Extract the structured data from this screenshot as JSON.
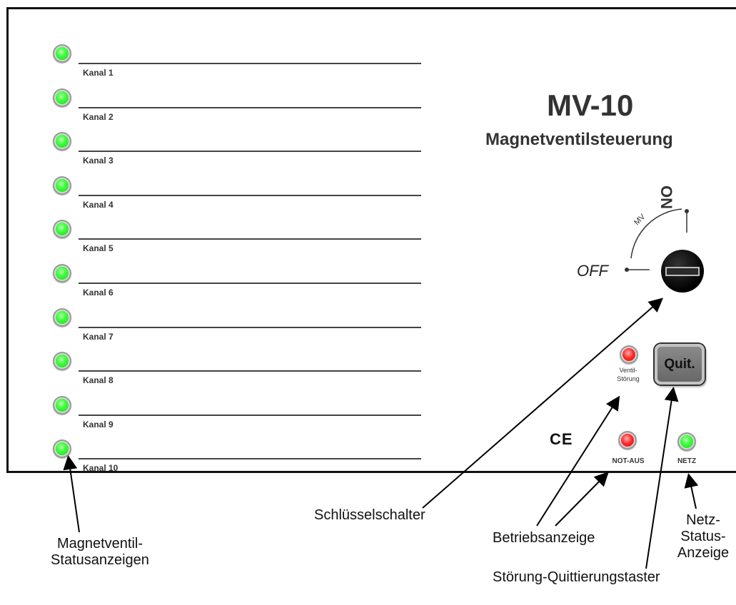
{
  "device": {
    "model": "MV-10",
    "subtitle": "Magnetventilsteuerung",
    "switch_on": "ON",
    "switch_off": "OFF",
    "switch_mv": "MV",
    "quit_label": "Quit.",
    "ventil_stoerung": "Ventil-\nStörung",
    "not_aus": "NOT-AUS",
    "netz": "NETZ",
    "ce_mark": "CE",
    "led_on_color": "#22ee22",
    "led_fault_color": "#ff2222"
  },
  "channels": [
    {
      "label": "Kanal 1",
      "led": "green"
    },
    {
      "label": "Kanal 2",
      "led": "green"
    },
    {
      "label": "Kanal 3",
      "led": "green"
    },
    {
      "label": "Kanal 4",
      "led": "green"
    },
    {
      "label": "Kanal 5",
      "led": "green"
    },
    {
      "label": "Kanal 6",
      "led": "green"
    },
    {
      "label": "Kanal 7",
      "led": "green"
    },
    {
      "label": "Kanal 8",
      "led": "green"
    },
    {
      "label": "Kanal 9",
      "led": "green"
    },
    {
      "label": "Kanal 10",
      "led": "green"
    }
  ],
  "annotations": {
    "statusanzeigen": "Magnetventil-\nStatusanzeigen",
    "schluesselschalter": "Schlüsselschalter",
    "betriebsanzeige": "Betriebsanzeige",
    "netz_status": "Netz-\nStatus-\nAnzeige",
    "quittierungstaster": "Störung-Quittierungstaster"
  }
}
